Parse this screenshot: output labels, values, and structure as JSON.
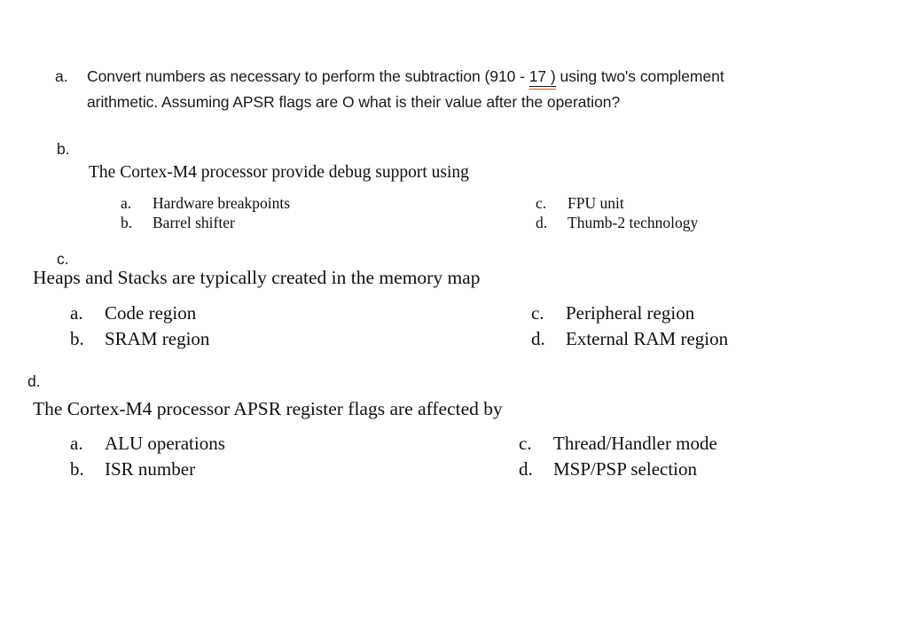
{
  "document": {
    "background_color": "#ffffff",
    "text_color": "#1a1a1a",
    "spellcheck_underline_color": "#c5602a"
  },
  "questions": [
    {
      "marker": "a.",
      "stem": "Convert numbers as necessary to perform the subtraction (910 - ",
      "stem_underlined": "17 )",
      "stem_tail": " using two's complement arithmetic. Assuming APSR flags are O what is their value after the operation?",
      "options": []
    },
    {
      "marker": "b.",
      "stem": "The Cortex-M4 processor provide debug support using",
      "options": [
        {
          "marker": "a.",
          "text": "Hardware breakpoints"
        },
        {
          "marker": "b.",
          "text": "Barrel shifter"
        },
        {
          "marker": "c.",
          "text": "FPU unit"
        },
        {
          "marker": "d.",
          "text": "Thumb-2 technology"
        }
      ]
    },
    {
      "marker": "c.",
      "stem": "Heaps and Stacks are typically created in the memory map",
      "options": [
        {
          "marker": "a.",
          "text": "Code region"
        },
        {
          "marker": "b.",
          "text": "SRAM region"
        },
        {
          "marker": "c.",
          "text": "Peripheral region"
        },
        {
          "marker": "d.",
          "text": "External RAM region"
        }
      ]
    },
    {
      "marker": "d.",
      "stem": "The Cortex-M4 processor APSR register flags are affected by",
      "options": [
        {
          "marker": "a.",
          "text": "ALU operations"
        },
        {
          "marker": "b.",
          "text": "ISR number"
        },
        {
          "marker": "c.",
          "text": "Thread/Handler mode"
        },
        {
          "marker": "d.",
          "text": "MSP/PSP selection"
        }
      ]
    }
  ]
}
